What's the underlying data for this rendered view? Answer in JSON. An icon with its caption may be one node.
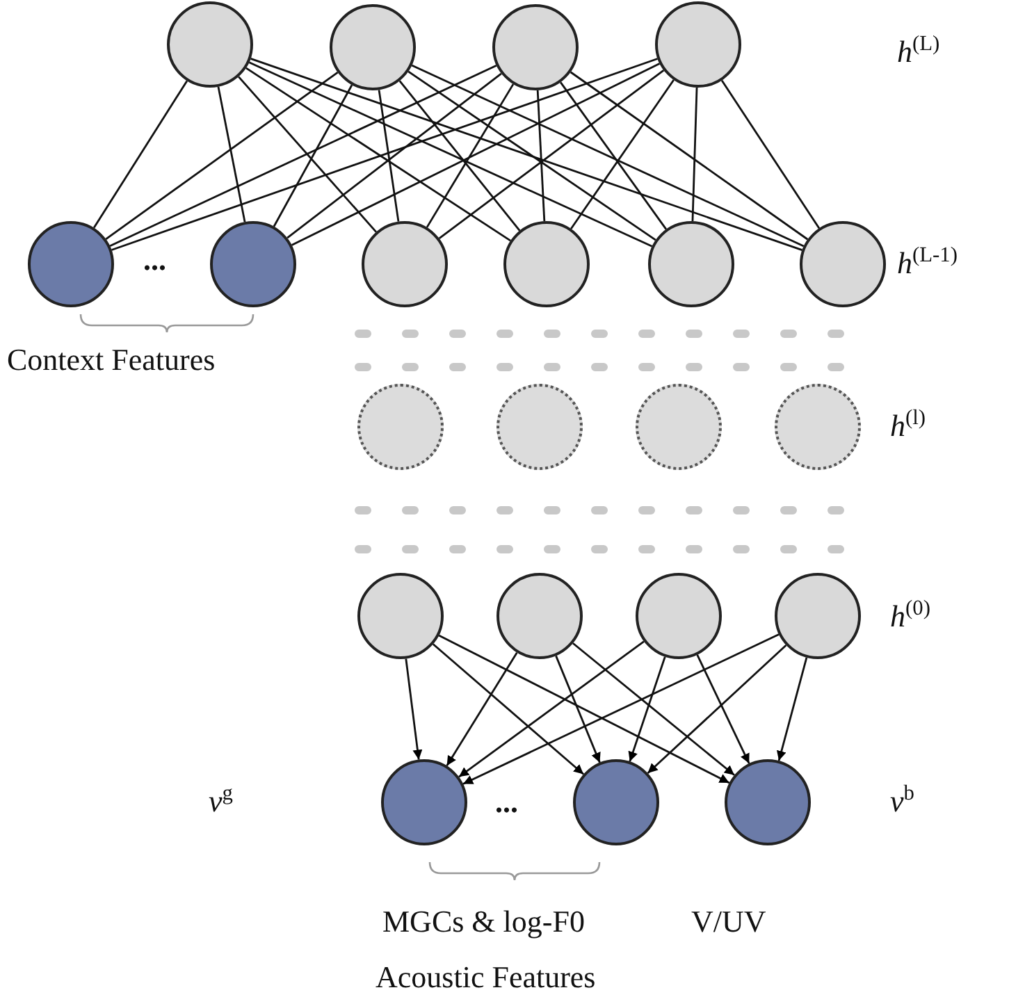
{
  "diagram": {
    "nodes": [
      {
        "text": [],
        "shape": "circle"
      },
      {
        "text": [],
        "shape": "circle"
      },
      {
        "text": [],
        "shape": "circle"
      },
      {
        "text": [],
        "shape": "circle"
      },
      {
        "text": [],
        "shape": "circle"
      },
      {
        "text": [],
        "shape": "circle"
      },
      {
        "text": [],
        "shape": "circle"
      },
      {
        "text": [],
        "shape": "circle"
      },
      {
        "text": [],
        "shape": "circle"
      },
      {
        "text": [],
        "shape": "circle"
      },
      {
        "text": [],
        "shape": "circle"
      },
      {
        "text": [],
        "shape": "circle"
      },
      {
        "text": [],
        "shape": "circle"
      },
      {
        "text": [],
        "shape": "circle"
      },
      {
        "text": [],
        "shape": "circle"
      },
      {
        "text": [],
        "shape": "circle"
      },
      {
        "text": [],
        "shape": "circle"
      },
      {
        "text": [],
        "shape": "circle"
      },
      {
        "text": [],
        "shape": "circle"
      },
      {
        "text": [],
        "shape": "circle"
      },
      {
        "text": [],
        "shape": "circle"
      }
    ],
    "edges": [
      {
        "from": 0,
        "to": 4,
        "arrow": "none"
      },
      {
        "from": 0,
        "to": 5,
        "arrow": "none"
      },
      {
        "from": 0,
        "to": 6,
        "arrow": "none"
      },
      {
        "from": 0,
        "to": 7,
        "arrow": "none"
      },
      {
        "from": 0,
        "to": 8,
        "arrow": "none"
      },
      {
        "from": 0,
        "to": 9,
        "arrow": "none"
      },
      {
        "from": 1,
        "to": 4,
        "arrow": "none"
      },
      {
        "from": 1,
        "to": 5,
        "arrow": "none"
      },
      {
        "from": 1,
        "to": 6,
        "arrow": "none"
      },
      {
        "from": 1,
        "to": 7,
        "arrow": "none"
      },
      {
        "from": 1,
        "to": 8,
        "arrow": "none"
      },
      {
        "from": 1,
        "to": 9,
        "arrow": "none"
      },
      {
        "from": 2,
        "to": 4,
        "arrow": "none"
      },
      {
        "from": 2,
        "to": 5,
        "arrow": "none"
      },
      {
        "from": 2,
        "to": 6,
        "arrow": "none"
      },
      {
        "from": 2,
        "to": 7,
        "arrow": "none"
      },
      {
        "from": 2,
        "to": 8,
        "arrow": "none"
      },
      {
        "from": 2,
        "to": 9,
        "arrow": "none"
      },
      {
        "from": 3,
        "to": 4,
        "arrow": "none"
      },
      {
        "from": 3,
        "to": 5,
        "arrow": "none"
      },
      {
        "from": 3,
        "to": 6,
        "arrow": "none"
      },
      {
        "from": 3,
        "to": 7,
        "arrow": "none"
      },
      {
        "from": 3,
        "to": 8,
        "arrow": "none"
      },
      {
        "from": 3,
        "to": 9,
        "arrow": "none"
      },
      {
        "from": 14,
        "to": 18,
        "arrow": "to"
      },
      {
        "from": 14,
        "to": 19,
        "arrow": "to"
      },
      {
        "from": 14,
        "to": 20,
        "arrow": "to"
      },
      {
        "from": 15,
        "to": 18,
        "arrow": "to"
      },
      {
        "from": 15,
        "to": 19,
        "arrow": "to"
      },
      {
        "from": 15,
        "to": 20,
        "arrow": "to"
      },
      {
        "from": 16,
        "to": 18,
        "arrow": "to"
      },
      {
        "from": 16,
        "to": 19,
        "arrow": "to"
      },
      {
        "from": 16,
        "to": 20,
        "arrow": "to"
      },
      {
        "from": 17,
        "to": 18,
        "arrow": "to"
      },
      {
        "from": 17,
        "to": 19,
        "arrow": "to"
      },
      {
        "from": 17,
        "to": 20,
        "arrow": "to"
      }
    ],
    "labels": [
      "*h*$^{(L)}$",
      "...",
      "*h*$^{(L-1)}$",
      "Context Features",
      "*h*$^{(l)}$",
      "*h*$^{(0)}$",
      "*v*$^{g}$",
      "...",
      "*v*$^{b}$",
      "MGCs & log-F0",
      "V/UV",
      "Acoustic Features"
    ]
  }
}
